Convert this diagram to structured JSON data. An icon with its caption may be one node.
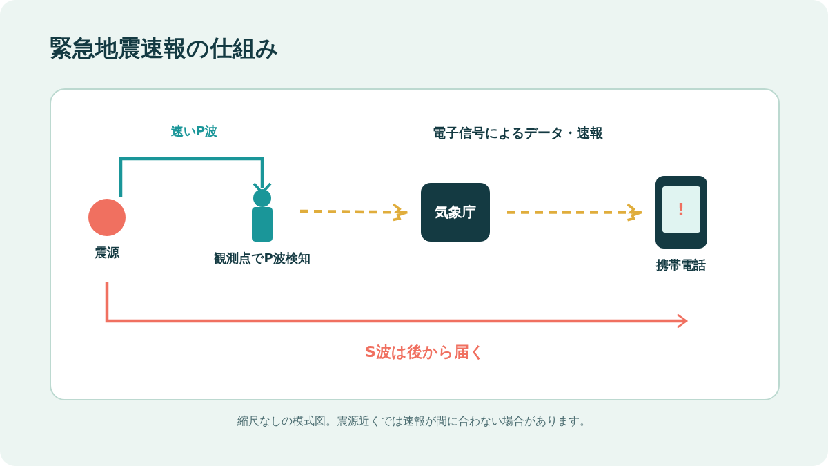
{
  "diagram": {
    "title": "緊急地震速報の仕組み",
    "caption": "縮尺なしの模式図。震源近くでは速報が間に合わない場合があります。",
    "nodes": [
      {
        "text": [
          "震源"
        ]
      },
      {
        "text": [
          "観測点でP波検知"
        ]
      },
      {
        "text": [
          "気象庁"
        ]
      },
      {
        "text": [
          "!",
          "携帯電話"
        ]
      }
    ],
    "edges": [
      {
        "from": 0,
        "to": 1,
        "arrow": "none",
        "label": "速いP波",
        "color": "#1a9699"
      },
      {
        "from": 1,
        "to": 2,
        "arrow": "to",
        "style": "dashed"
      },
      {
        "from": 2,
        "to": 3,
        "arrow": "to",
        "style": "dashed"
      },
      {
        "from": 0,
        "to": null,
        "arrow": "to",
        "label": "S波は後から届く",
        "color": "#f07060"
      }
    ],
    "labels": [
      "電子信号によるデータ・速報"
    ]
  }
}
